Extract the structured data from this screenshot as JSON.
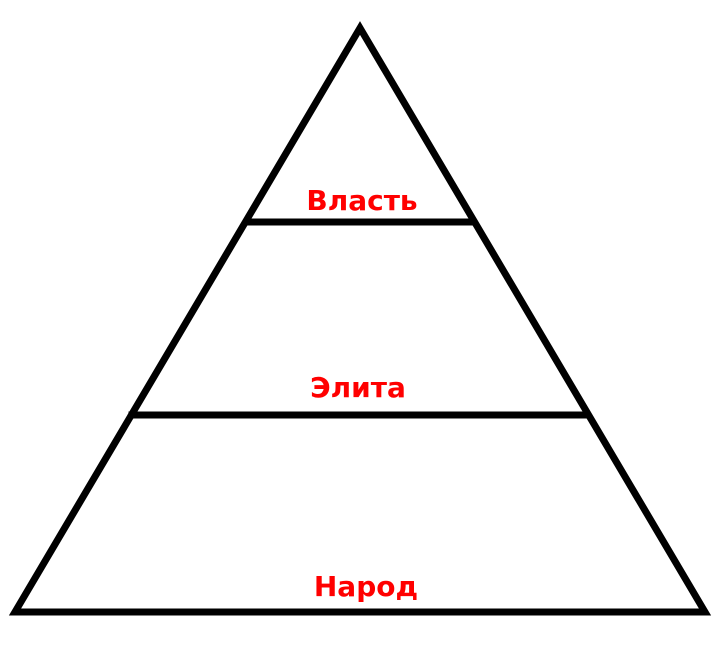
{
  "diagram": {
    "type": "pyramid",
    "line_color": "#000000",
    "label_color": "#ff0000",
    "tiers": [
      {
        "label": "Власть"
      },
      {
        "label": "Элита"
      },
      {
        "label": "Народ"
      }
    ]
  }
}
